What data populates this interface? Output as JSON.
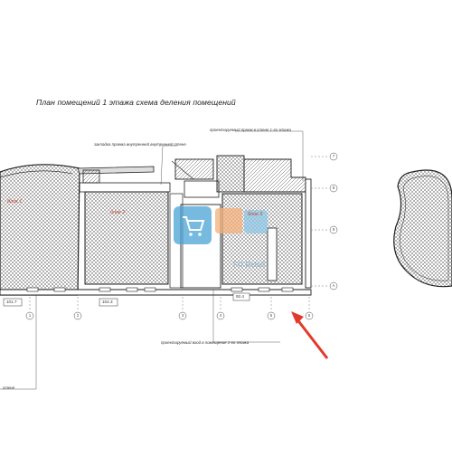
{
  "plan": {
    "title": "План помещений 1 этажа схема деления помещений",
    "notes": {
      "wall_closure": "закладка проема внутренней внутренней стене",
      "window_opening": "проектируемый проем в стене 1-го этажа",
      "entrance": "проектируемый вход в помещение 1-го этажа",
      "bottom_left": "стене"
    },
    "rooms": [
      "блок 1",
      "блок 2",
      "блок 3"
    ],
    "dimensions": [
      "101.7",
      "104.3",
      "92.4"
    ],
    "axes_bottom": [
      "1",
      "2",
      "3",
      "4",
      "5",
      "6"
    ],
    "axes_right": [
      "7",
      "8",
      "9",
      "A"
    ]
  },
  "watermark": {
    "text": "FO Retail"
  },
  "colors": {
    "line": "#222222",
    "hatch": "#555555",
    "room_label": "#c94b3a",
    "arrow": "#e23a2a",
    "logo_blue": "#4aa3d6",
    "logo_orange": "#f5b07a"
  }
}
